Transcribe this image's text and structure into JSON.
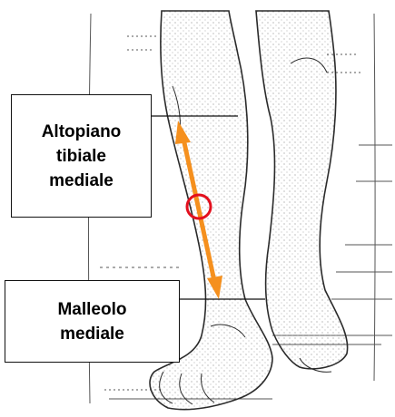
{
  "labels": {
    "plateau": {
      "line1": "Altopiano",
      "line2": "tibiale",
      "line3": "mediale"
    },
    "malleolus": {
      "line1": "Malleolo",
      "line2": "mediale"
    }
  },
  "colors": {
    "arrow": "#f5901e",
    "circle": "#e3101e",
    "ink": "#2b2b2b"
  },
  "icons": {
    "arrow": "double-headed-arrow",
    "marker": "circle-marker"
  }
}
